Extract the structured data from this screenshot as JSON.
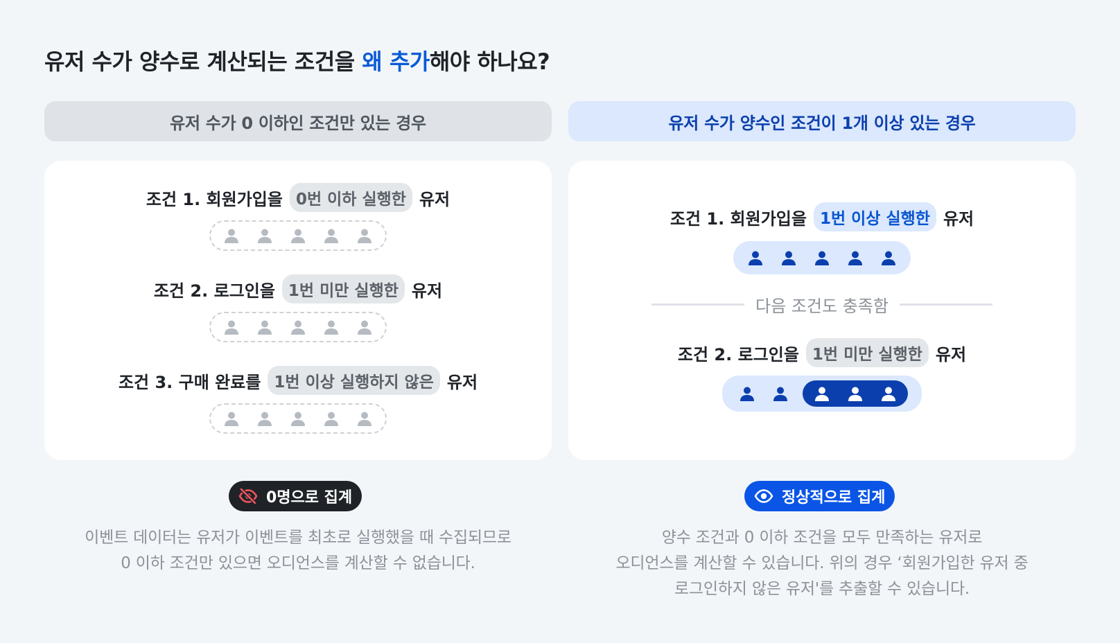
{
  "title": {
    "before": "유저 수가 양수로 계산되는 조건을 ",
    "highlight": "왜 추가",
    "after": "해야 하나요?"
  },
  "left": {
    "header": "유저 수가 0 이하인 조건만 있는 경우",
    "conditions": [
      {
        "prefix": "조건 1. 회원가입을",
        "pill": "0번 이하 실행한",
        "suffix": "유저"
      },
      {
        "prefix": "조건 2. 로그인을",
        "pill": "1번 미만 실행한",
        "suffix": "유저"
      },
      {
        "prefix": "조건 3. 구매 완료를",
        "pill": "1번 이상 실행하지 않은",
        "suffix": "유저"
      }
    ],
    "result": "0명으로 집계",
    "desc": [
      "이벤트 데이터는 유저가 이벤트를 최초로 실행했을 때 수집되므로",
      "0 이하 조건만 있으면 오디언스를 계산할 수 없습니다."
    ]
  },
  "right": {
    "header": "유저 수가 양수인 조건이 1개 이상 있는 경우",
    "conditions": [
      {
        "prefix": "조건 1. 회원가입을",
        "pill": "1번 이상 실행한",
        "suffix": "유저"
      },
      {
        "prefix": "조건 2. 로그인을",
        "pill": "1번 미만 실행한",
        "suffix": "유저"
      }
    ],
    "separator": "다음 조건도 충족함",
    "result": "정상적으로 집계",
    "desc": [
      "양수 조건과 0 이하 조건을 모두 만족하는 유저로",
      "오디언스를 계산할 수 있습니다. 위의 경우 ‘회원가입한 유저 중",
      "로그인하지 않은 유저'를 추출할 수 있습니다."
    ]
  },
  "colors": {
    "accent": "#0a55e6",
    "dark_blue": "#0b3fad",
    "user_gray": "#b5bbc1",
    "light_blue": "#dbe8fd"
  }
}
